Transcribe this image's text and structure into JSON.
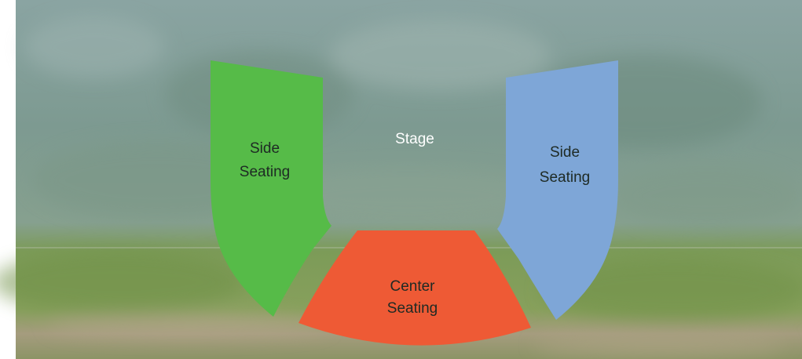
{
  "diagram": {
    "stage_label": "Stage",
    "left_section": {
      "line1": "Side",
      "line2": "Seating"
    },
    "right_section": {
      "line1": "Side",
      "line2": "Seating"
    },
    "center_section": {
      "line1": "Center",
      "line2": "Seating"
    }
  },
  "colors": {
    "left_section": "#56bb48",
    "right_section": "#7ea6d7",
    "center_section": "#ee5a35",
    "sky_top": "#8ea7a3",
    "grass": "#7e9b55"
  }
}
